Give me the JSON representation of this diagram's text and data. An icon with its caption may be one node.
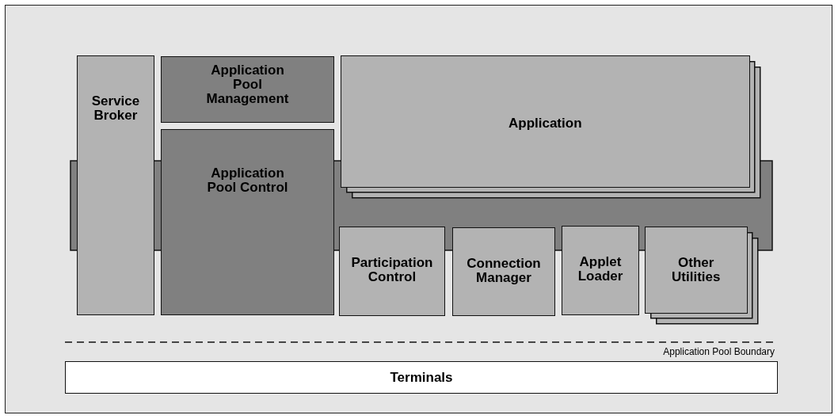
{
  "diagram": {
    "nodes": [
      {
        "text": [
          "Service Broker"
        ]
      },
      {
        "text": [
          "Application Pool Management"
        ]
      },
      {
        "text": [
          "Application Pool Control"
        ]
      },
      {
        "text": [
          "Application"
        ]
      },
      {
        "text": [
          "Participation Control"
        ]
      },
      {
        "text": [
          "Connection Manager"
        ]
      },
      {
        "text": [
          "Applet Loader"
        ]
      },
      {
        "text": [
          "Other Utilities"
        ]
      },
      {
        "text": [
          "Terminals"
        ]
      }
    ],
    "labels": [
      "Application Pool Boundary"
    ]
  }
}
